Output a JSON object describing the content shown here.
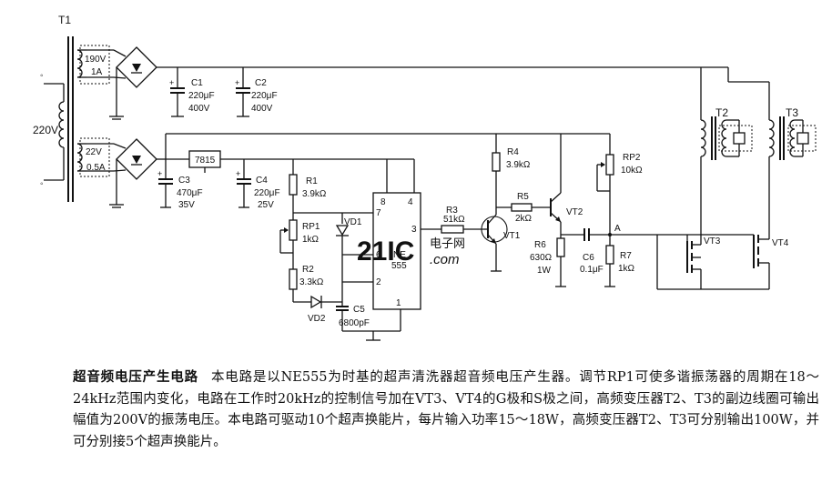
{
  "diagram": {
    "transformer_t1": "T1",
    "mains_voltage": "220V",
    "winding1_v": "190V",
    "winding1_a": "1A",
    "winding2_v": "22V",
    "winding2_a": "0.5A",
    "c1": [
      "C1",
      "220μF",
      "400V"
    ],
    "c2": [
      "C2",
      "220μF",
      "400V"
    ],
    "c3": [
      "C3",
      "470μF",
      "35V"
    ],
    "c4": [
      "C4",
      "220μF",
      "25V"
    ],
    "regulator": "7815",
    "r1": [
      "R1",
      "3.9kΩ"
    ],
    "rp1": [
      "RP1",
      "1kΩ"
    ],
    "r2": [
      "R2",
      "3.3kΩ"
    ],
    "vd1": "VD1",
    "vd2": "VD2",
    "c5": [
      "C5",
      "6800pF"
    ],
    "ic_name": [
      "NE",
      "555"
    ],
    "pins": [
      "8",
      "4",
      "7",
      "3",
      "6",
      "2",
      "1"
    ],
    "r3": [
      "R3",
      "51kΩ"
    ],
    "r4": [
      "R4",
      "3.9kΩ"
    ],
    "r5": [
      "R5",
      "2kΩ"
    ],
    "vt1": "VT1",
    "vt2": "VT2",
    "r6": [
      "R6",
      "630Ω",
      "1W"
    ],
    "c6": [
      "C6",
      "0.1μF"
    ],
    "rp2": [
      "RP2",
      "10kΩ"
    ],
    "r7": [
      "R7",
      "1kΩ"
    ],
    "node_a": "A",
    "vt3": "VT3",
    "vt4": "VT4",
    "t2": "T2",
    "t3": "T3",
    "watermark_main": "21IC",
    "watermark_cn": "电子网",
    "watermark_com": ".com"
  },
  "description": {
    "title": "超音频电压产生电路",
    "body": "本电路是以NE555为时基的超声清洗器超音频电压产生器。调节RP1可使多谐振荡器的周期在18～24kHz范围内变化，电路在工作时20kHz的控制信号加在VT3、VT4的G极和S极之间，高频变压器T2、T3的副边线圈可输出幅值为200V的振荡电压。本电路可驱动10个超声换能片，每片输入功率15～18W，高频变压器T2、T3可分别输出100W，并可分别接5个超声换能片。"
  }
}
